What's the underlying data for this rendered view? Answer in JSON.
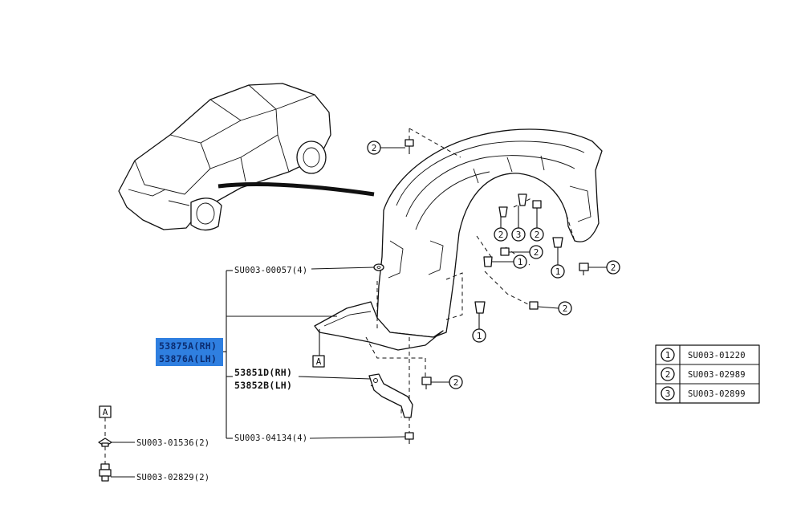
{
  "main_parts": {
    "rh": "53875A(RH)",
    "lh": "53876A(LH)"
  },
  "bracket_parts": {
    "rh": "53851D(RH)",
    "lh": "53852B(LH)"
  },
  "callouts": {
    "top": "SU003-00057(4)",
    "bottom": "SU003-04134(4)",
    "detail_clip": "SU003-01536(2)",
    "detail_bolt": "SU003-02829(2)"
  },
  "view_marker": "A",
  "legend": [
    {
      "num": "1",
      "part": "SU003-01220"
    },
    {
      "num": "2",
      "part": "SU003-02989"
    },
    {
      "num": "3",
      "part": "SU003-02899"
    }
  ],
  "fastener_markers": [
    "2",
    "2",
    "3",
    "2",
    "1",
    "2",
    "1",
    "2",
    "2",
    "1",
    "2"
  ],
  "colors": {
    "highlight": "#2f7fe0",
    "line": "#111111"
  }
}
